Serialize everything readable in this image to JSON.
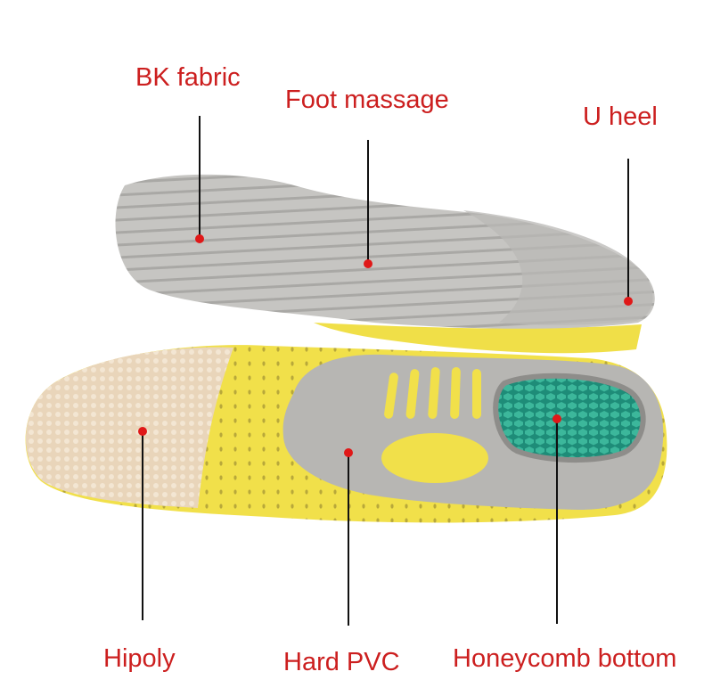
{
  "colors": {
    "label_text": "#cc1f1f",
    "marker_dot": "#e01818",
    "leader_line": "#111111",
    "fabric_gray": "#c9c8c6",
    "pvc_yellow": "#f2e24a",
    "forefoot_beige": "#e8d3b7",
    "gel_teal": "#2fa58e"
  },
  "callouts": [
    {
      "id": "bk-fabric",
      "label": "BK fabric"
    },
    {
      "id": "foot-massage",
      "label": "Foot massage"
    },
    {
      "id": "u-heel",
      "label": "U heel"
    },
    {
      "id": "hipoly",
      "label": "Hipoly"
    },
    {
      "id": "hard-pvc",
      "label": "Hard PVC"
    },
    {
      "id": "honeycomb-bottom",
      "label": "Honeycomb bottom"
    }
  ]
}
